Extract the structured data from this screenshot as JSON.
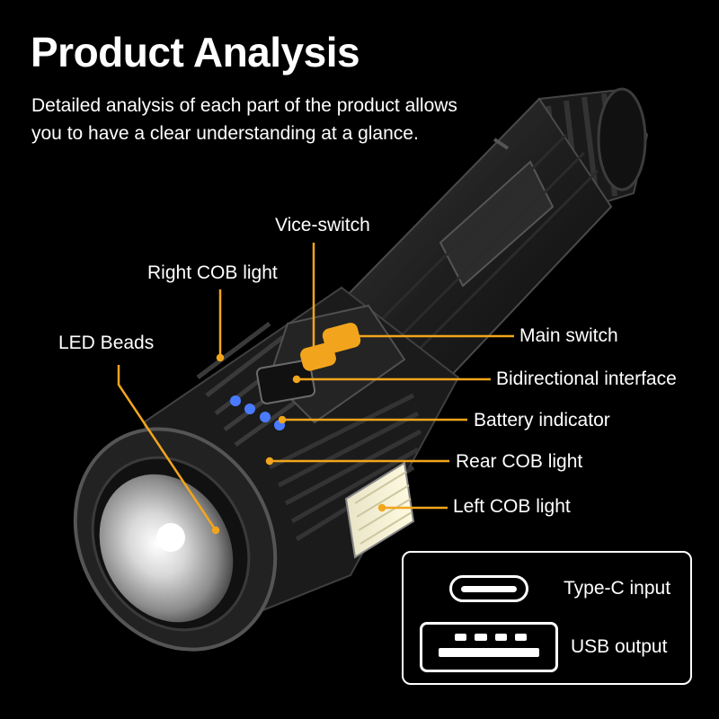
{
  "header": {
    "title": "Product Analysis",
    "subtitle_line1": "Detailed analysis of each part of the product allows",
    "subtitle_line2": "you to have a clear understanding at a glance."
  },
  "callouts": {
    "vice_switch": "Vice-switch",
    "right_cob": "Right COB light",
    "led_beads": "LED Beads",
    "main_switch": "Main switch",
    "bidirectional": "Bidirectional interface",
    "battery": "Battery indicator",
    "rear_cob": "Rear COB light",
    "left_cob": "Left COB light"
  },
  "legend": {
    "type_c": "Type-C input",
    "usb": "USB output"
  },
  "colors": {
    "accent": "#f2a51c",
    "background": "#000000",
    "text": "#ffffff"
  },
  "icons": [
    "type-c-port-icon",
    "usb-port-icon"
  ]
}
